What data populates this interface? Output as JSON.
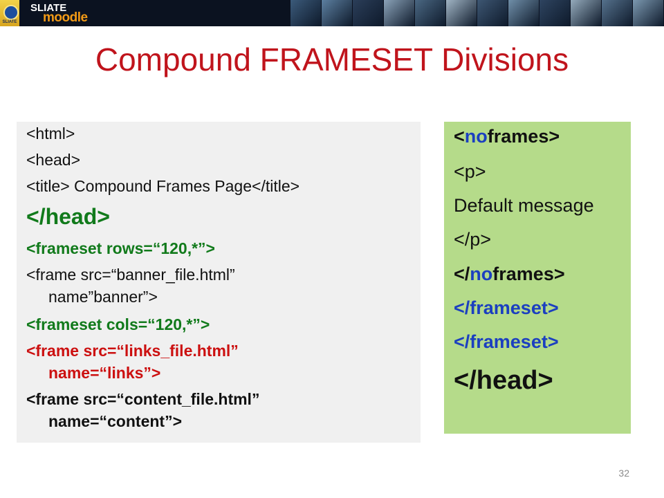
{
  "banner": {
    "seal_text": "SLIATE",
    "logo_top": "SLIATE",
    "logo_bottom": "moodle",
    "montage_tiles": [
      "#3b5a7a",
      "#5c7fa0",
      "#2b3e59",
      "#8aa2b8",
      "#4a6782",
      "#a0b4c4",
      "#3d5672",
      "#6f8ea8",
      "#2e4460",
      "#94aabb",
      "#55718c",
      "#7b98b0"
    ]
  },
  "slide": {
    "title": "Compound FRAMESET Divisions",
    "page_number": "32"
  },
  "left_box": {
    "l1": "<html>",
    "l2": "<head>",
    "l3a": "<title> Compound Frames Page</title>",
    "l4": "</head>",
    "l5": "<frameset rows=“120,*”>",
    "l6a": "<frame src=“banner_file.html”",
    "l6b": "name”banner”>",
    "l7": "<frameset cols=“120,*”>",
    "l8a": "<frame src=“links_file.html”",
    "l8b": "name=“links”>",
    "l9a": "<frame src=“content_file.html”",
    "l9b": "name=“content”>"
  },
  "right_box": {
    "r1_open": "<",
    "r1_no": "no",
    "r1_rest": "frames>",
    "r2": "<p>",
    "r3": "Default message",
    "r4": "</p>",
    "r5_open": "</",
    "r5_no": "no",
    "r5_rest": "frames>",
    "r6": "</frameset>",
    "r7": "</frameset>",
    "r8": "</head>"
  },
  "colors": {
    "title": "#c0141c",
    "code_red": "#cc1010",
    "code_green": "#117a1b",
    "code_blue": "#1b3fc0",
    "left_bg": "#f0f0f0",
    "right_bg": "#b5db8a"
  }
}
